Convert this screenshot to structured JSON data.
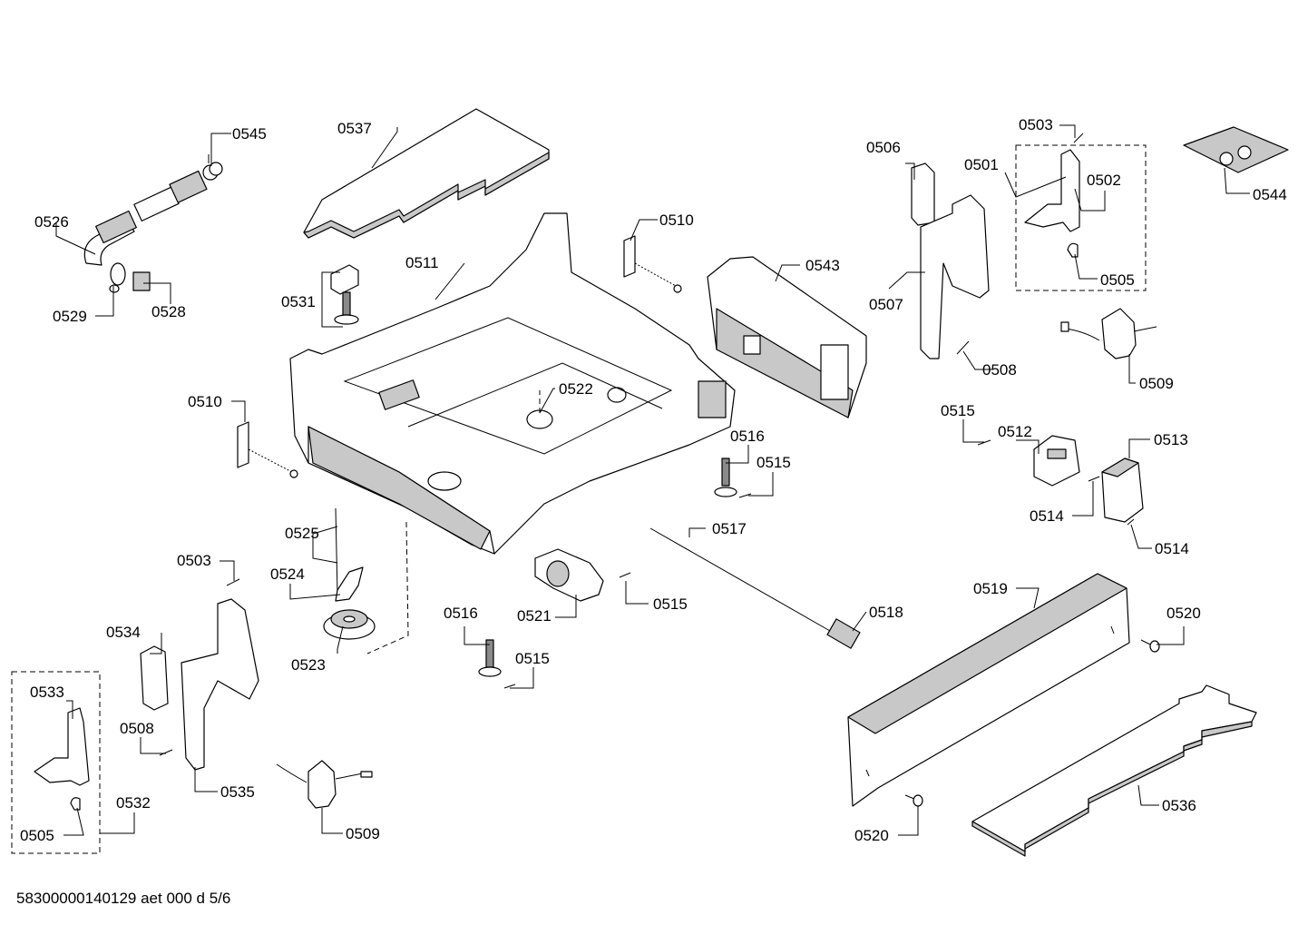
{
  "diagram": {
    "footer": "58300000140129 aet 000 d 5/6",
    "labels": {
      "p0545": "0545",
      "p0526": "0526",
      "p0529": "0529",
      "p0528": "0528",
      "p0537": "0537",
      "p0531": "0531",
      "p0511": "0511",
      "p0510a": "0510",
      "p0510b": "0510",
      "p0543": "0543",
      "p0506": "0506",
      "p0501": "0501",
      "p0503a": "0503",
      "p0502": "0502",
      "p0505a": "0505",
      "p0544": "0544",
      "p0507": "0507",
      "p0508a": "0508",
      "p0509a": "0509",
      "p0522": "0522",
      "p0516a": "0516",
      "p0515a": "0515",
      "p0515b": "0515",
      "p0512": "0512",
      "p0513": "0513",
      "p0514a": "0514",
      "p0514b": "0514",
      "p0525": "0525",
      "p0524": "0524",
      "p0523": "0523",
      "p0503b": "0503",
      "p0517": "0517",
      "p0521": "0521",
      "p0515c": "0515",
      "p0516b": "0516",
      "p0515d": "0515",
      "p0518": "0518",
      "p0519": "0519",
      "p0520a": "0520",
      "p0520b": "0520",
      "p0534": "0534",
      "p0533": "0533",
      "p0508b": "0508",
      "p0505b": "0505",
      "p0532": "0532",
      "p0535": "0535",
      "p0509b": "0509",
      "p0536": "0536"
    }
  }
}
